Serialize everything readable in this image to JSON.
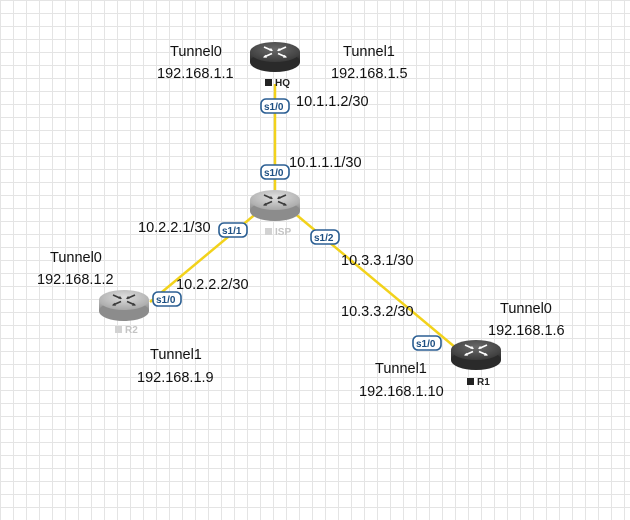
{
  "link_color": "#f2d21b",
  "routers": [
    {
      "id": "hq",
      "name": "HQ",
      "running": true
    },
    {
      "id": "isp",
      "name": "ISP",
      "running": false
    },
    {
      "id": "r2",
      "name": "R2",
      "running": false
    },
    {
      "id": "r1",
      "name": "R1",
      "running": true
    }
  ],
  "ports": [
    {
      "id": "hq-s10",
      "label": "s1/0"
    },
    {
      "id": "isp-s10",
      "label": "s1/0"
    },
    {
      "id": "isp-s11",
      "label": "s1/1"
    },
    {
      "id": "isp-s12",
      "label": "s1/2"
    },
    {
      "id": "r2-s10",
      "label": "s1/0"
    },
    {
      "id": "r1-s10",
      "label": "s1/0"
    }
  ],
  "labels": [
    {
      "id": "hq-tunnel0-name",
      "text": "Tunnel0"
    },
    {
      "id": "hq-tunnel0-ip",
      "text": "192.168.1.1"
    },
    {
      "id": "hq-tunnel1-name",
      "text": "Tunnel1"
    },
    {
      "id": "hq-tunnel1-ip",
      "text": "192.168.1.5"
    },
    {
      "id": "hq-s10-ip",
      "text": "10.1.1.2/30"
    },
    {
      "id": "isp-s10-ip",
      "text": "10.1.1.1/30"
    },
    {
      "id": "isp-s11-ip",
      "text": "10.2.2.1/30"
    },
    {
      "id": "r2-tunnel0-name",
      "text": "Tunnel0"
    },
    {
      "id": "r2-tunnel0-ip",
      "text": "192.168.1.2"
    },
    {
      "id": "r2-s10-ip",
      "text": "10.2.2.2/30"
    },
    {
      "id": "r2-tunnel1-name",
      "text": "Tunnel1"
    },
    {
      "id": "r2-tunnel1-ip",
      "text": "192.168.1.9"
    },
    {
      "id": "isp-s12-ip",
      "text": "10.3.3.1/30"
    },
    {
      "id": "r1-s10-ip",
      "text": "10.3.3.2/30"
    },
    {
      "id": "r1-tunnel0-name",
      "text": "Tunnel0"
    },
    {
      "id": "r1-tunnel0-ip",
      "text": "192.168.1.6"
    },
    {
      "id": "r1-tunnel1-name",
      "text": "Tunnel1"
    },
    {
      "id": "r1-tunnel1-ip",
      "text": "192.168.1.10"
    }
  ]
}
